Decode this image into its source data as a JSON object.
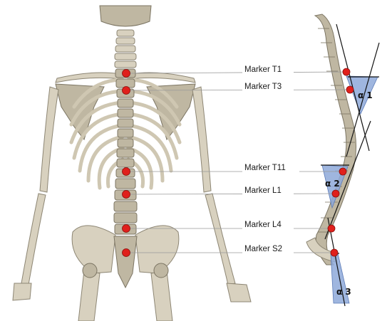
{
  "markers": [
    {
      "id": "T1",
      "label": "Marker T1"
    },
    {
      "id": "T3",
      "label": "Marker T3"
    },
    {
      "id": "T11",
      "label": "Marker T11"
    },
    {
      "id": "L1",
      "label": "Marker L1"
    },
    {
      "id": "L4",
      "label": "Marker L4"
    },
    {
      "id": "S2",
      "label": "Marker S2"
    }
  ],
  "angles": [
    {
      "id": "a1",
      "label": "α 1"
    },
    {
      "id": "a2",
      "label": "α 2"
    },
    {
      "id": "a3",
      "label": "α 3"
    }
  ],
  "colors": {
    "marker": "#e0201c",
    "angle_fill": "#8ea9d9",
    "bone": "#d8d1bf"
  }
}
